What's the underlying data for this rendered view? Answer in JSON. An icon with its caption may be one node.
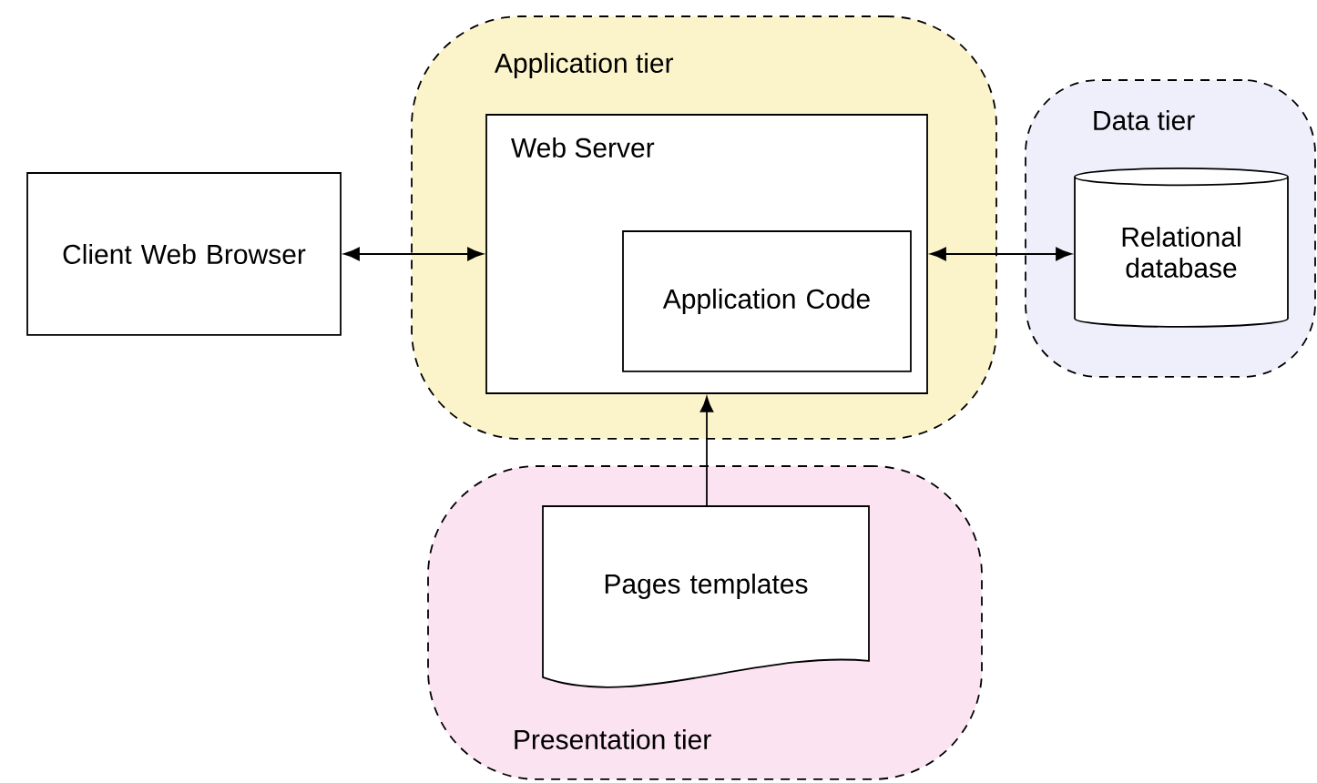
{
  "diagram": {
    "nodes": [
      {
        "text": [
          "Application tier"
        ]
      },
      {
        "text": [
          "Web Server"
        ],
        "in": 0
      },
      {
        "text": [
          "Application Code"
        ],
        "in": 1
      },
      {
        "text": [
          "Data tier"
        ]
      },
      {
        "text": [
          "Relational database"
        ],
        "in": 3
      },
      {
        "text": [
          "Client Web Browser"
        ]
      },
      {
        "text": [
          "Presentation tier"
        ]
      },
      {
        "text": [
          "Pages templates"
        ],
        "in": 6
      }
    ],
    "edges": [
      {
        "from": 5,
        "to": 1,
        "arrow": "both"
      },
      {
        "from": 1,
        "to": 4,
        "arrow": "both"
      },
      {
        "from": 7,
        "to": 1,
        "arrow": "to"
      }
    ]
  }
}
